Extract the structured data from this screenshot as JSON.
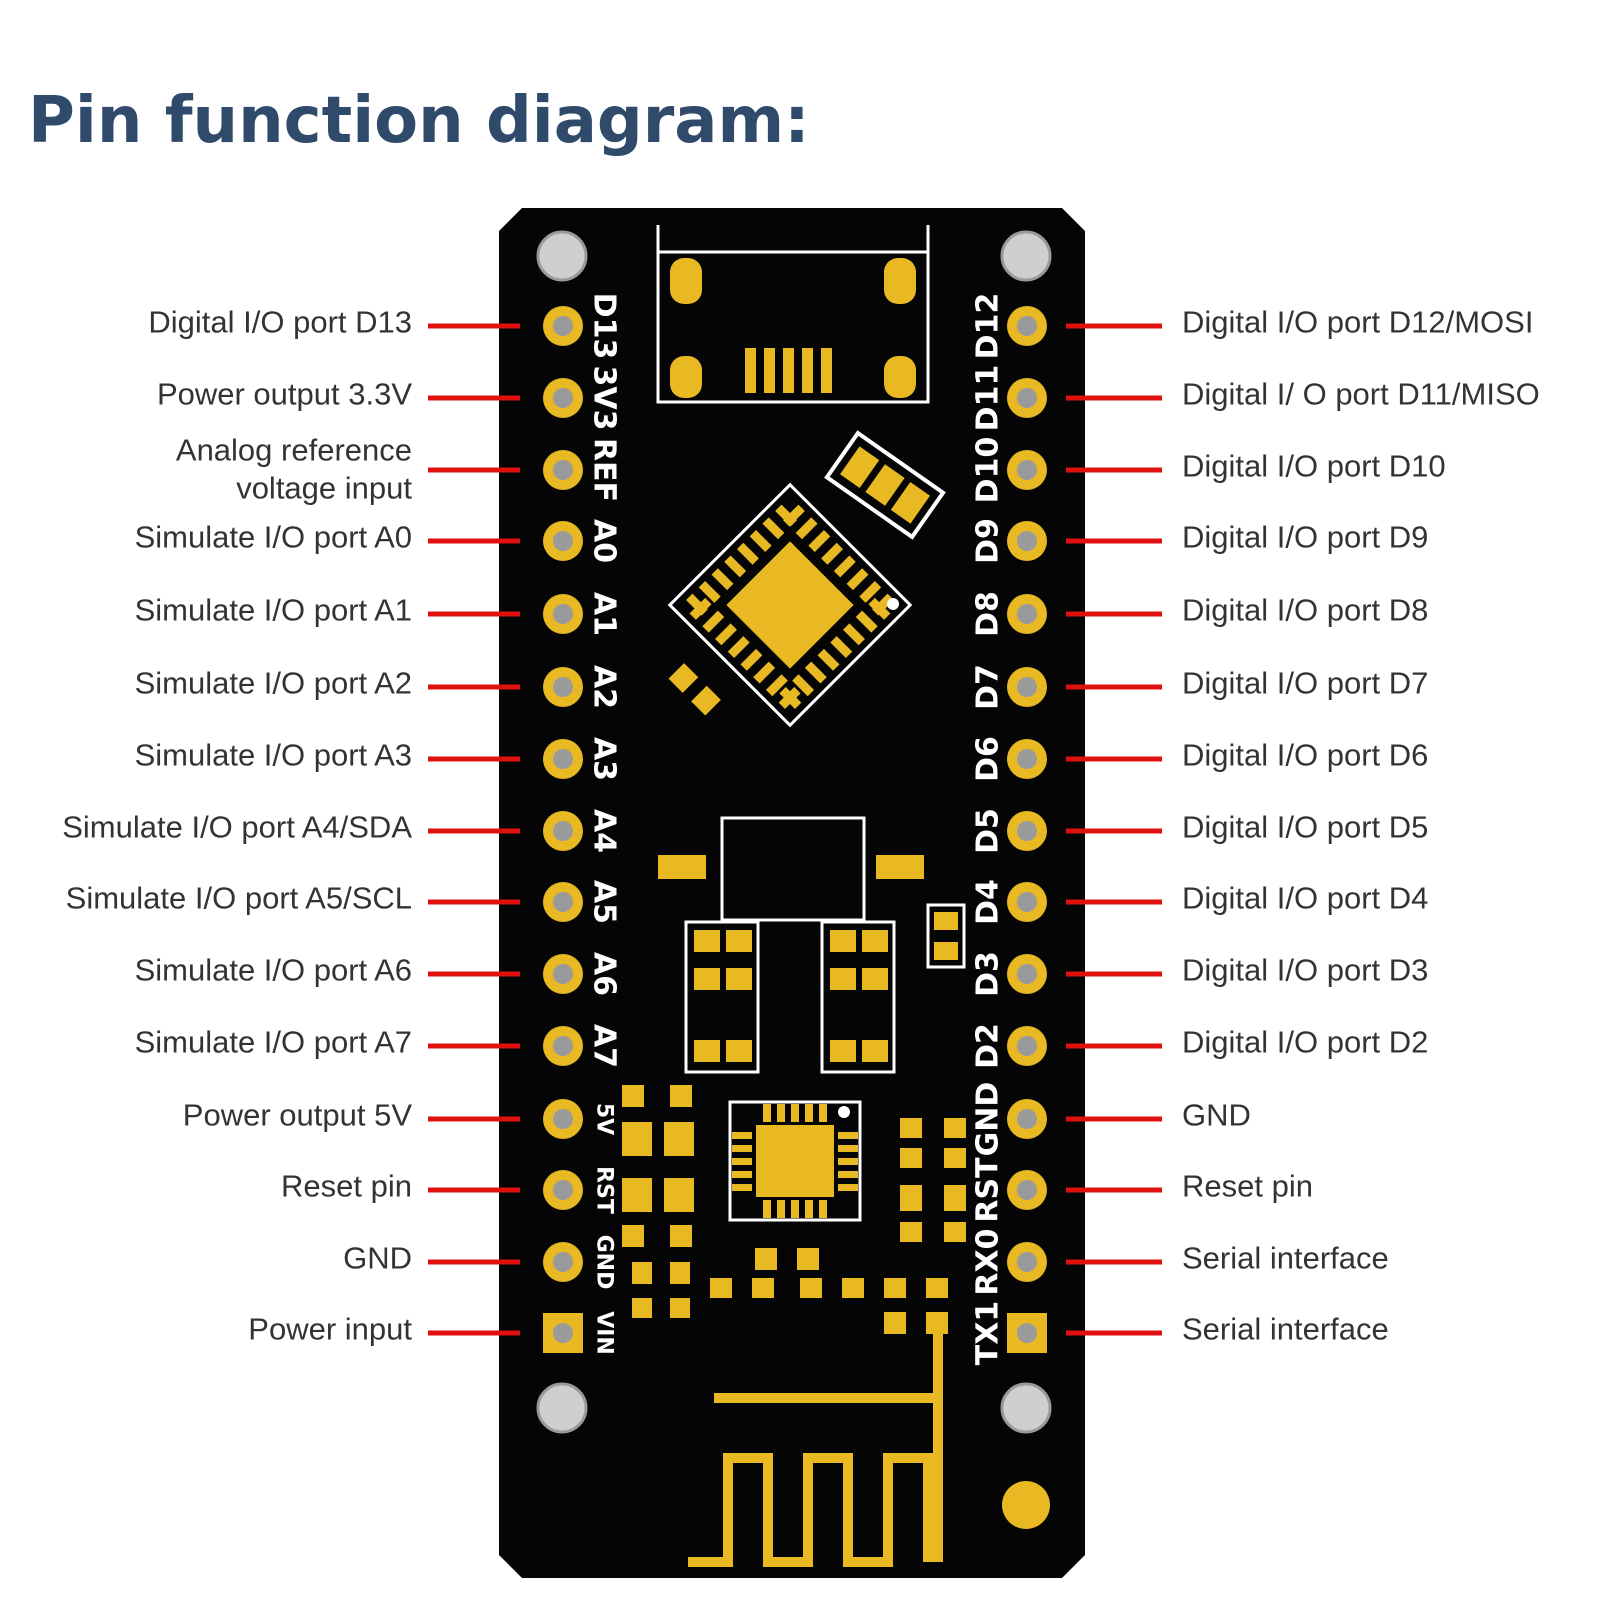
{
  "title": "Pin function diagram:",
  "colors": {
    "title": "#2f4a6b",
    "board": "#050505",
    "gold": "#e8b923",
    "leader": "#e01010",
    "label": "#333333"
  },
  "left_pins": [
    {
      "pin": "D13",
      "label": "Digital I/O port D13"
    },
    {
      "pin": "3V3",
      "label": "Power output 3.3V"
    },
    {
      "pin": "REF",
      "label": [
        "Analog reference",
        "voltage input"
      ]
    },
    {
      "pin": "A0",
      "label": "Simulate I/O port A0"
    },
    {
      "pin": "A1",
      "label": "Simulate I/O port A1"
    },
    {
      "pin": "A2",
      "label": "Simulate I/O port A2"
    },
    {
      "pin": "A3",
      "label": "Simulate I/O port A3"
    },
    {
      "pin": "A4",
      "label": "Simulate I/O port A4/SDA"
    },
    {
      "pin": "A5",
      "label": "Simulate I/O port A5/SCL"
    },
    {
      "pin": "A6",
      "label": "Simulate I/O port A6"
    },
    {
      "pin": "A7",
      "label": "Simulate I/O port A7"
    },
    {
      "pin": "5V",
      "label": "Power output 5V"
    },
    {
      "pin": "RST",
      "label": "Reset pin"
    },
    {
      "pin": "GND",
      "label": "GND"
    },
    {
      "pin": "VIN",
      "label": "Power input"
    }
  ],
  "right_pins": [
    {
      "pin": "D12",
      "label": "Digital I/O port D12/MOSI"
    },
    {
      "pin": "D11",
      "label": "Digital I/ O port D11/MISO"
    },
    {
      "pin": "D10",
      "label": "Digital I/O port D10"
    },
    {
      "pin": "D9",
      "label": "Digital I/O port D9"
    },
    {
      "pin": "D8",
      "label": "Digital I/O port D8"
    },
    {
      "pin": "D7",
      "label": "Digital I/O port D7"
    },
    {
      "pin": "D6",
      "label": "Digital I/O port D6"
    },
    {
      "pin": "D5",
      "label": "Digital I/O port D5"
    },
    {
      "pin": "D4",
      "label": "Digital I/O port D4"
    },
    {
      "pin": "D3",
      "label": "Digital I/O port D3"
    },
    {
      "pin": "D2",
      "label": "Digital I/O port D2"
    },
    {
      "pin": "GND",
      "label": "GND"
    },
    {
      "pin": "RST",
      "label": "Reset pin"
    },
    {
      "pin": "RX0",
      "label": "Serial interface"
    },
    {
      "pin": "TX1",
      "label": "Serial interface"
    }
  ]
}
